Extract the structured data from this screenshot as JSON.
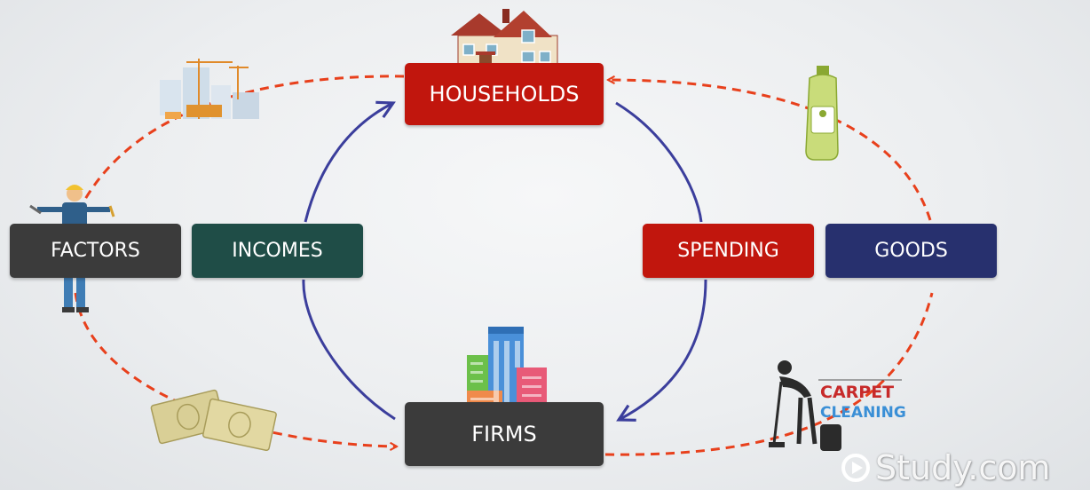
{
  "nodes": {
    "households": "HOUSEHOLDS",
    "firms": "FIRMS",
    "factors": "FACTORS",
    "incomes": "INCOMES",
    "spending": "SPENDING",
    "goods": "GOODS"
  },
  "illustrations": {
    "carpet_sign_line1": "CARPET",
    "carpet_sign_line2": "CLEANING"
  },
  "watermark": "Study.com",
  "colors": {
    "red_flow": "#e8401c",
    "blue_flow": "#3b3e9c",
    "households_box": "#c1160d",
    "firms_box": "#3b3b3b",
    "factors_box": "#3b3b3b",
    "incomes_box": "#1f4d47",
    "spending_box": "#c1160d",
    "goods_box": "#27306e"
  }
}
